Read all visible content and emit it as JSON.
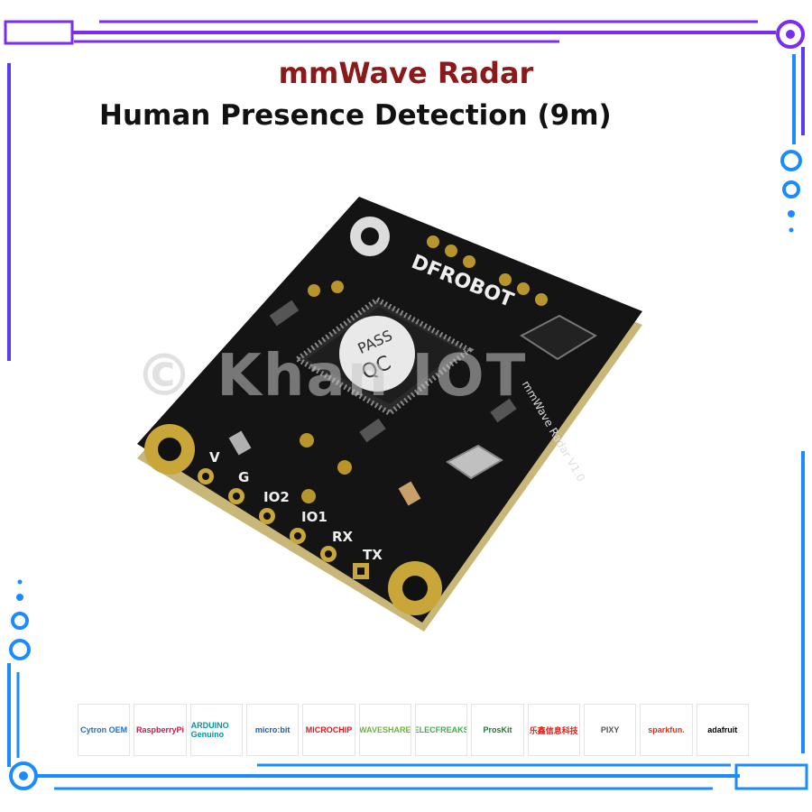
{
  "title_line1": "mmWave Radar",
  "title_line2": "Human Presence Detection (9m)",
  "watermark": "© Khan IOT",
  "board": {
    "brand": "DFROBOT",
    "qc_top": "PASS",
    "qc_bottom": "QC",
    "side_text": "mmWave Radar V1.0",
    "pins": [
      "V",
      "G",
      "IO2",
      "IO1",
      "RX",
      "TX"
    ]
  },
  "logos": [
    {
      "name": "cytron-oem",
      "text": "Cytron OEM",
      "color": "#1e6fc1"
    },
    {
      "name": "raspberry-pi",
      "text": "RaspberryPi",
      "color": "#c51a4a"
    },
    {
      "name": "arduino",
      "text": "ARDUINO Genuino",
      "color": "#00979c"
    },
    {
      "name": "microbit",
      "text": "micro:bit",
      "color": "#1a5fa8"
    },
    {
      "name": "microchip",
      "text": "MICROCHIP",
      "color": "#d71920"
    },
    {
      "name": "waveshare",
      "text": "WAVESHARE",
      "color": "#6cb33f"
    },
    {
      "name": "elecfreaks",
      "text": "ELECFREAKS",
      "color": "#3fae49"
    },
    {
      "name": "proskit",
      "text": "ProsKit",
      "color": "#1f7a3a"
    },
    {
      "name": "espressif",
      "text": "乐鑫信息科技",
      "color": "#e2231a"
    },
    {
      "name": "pixy",
      "text": "PIXY",
      "color": "#555555"
    },
    {
      "name": "sparkfun",
      "text": "sparkfun.",
      "color": "#e0311b"
    },
    {
      "name": "adafruit",
      "text": "adafruit",
      "color": "#000000"
    }
  ],
  "colors": {
    "accent_purple": "#7a2cf0",
    "accent_blue": "#1a8cff",
    "title_red": "#8b1a1a"
  }
}
